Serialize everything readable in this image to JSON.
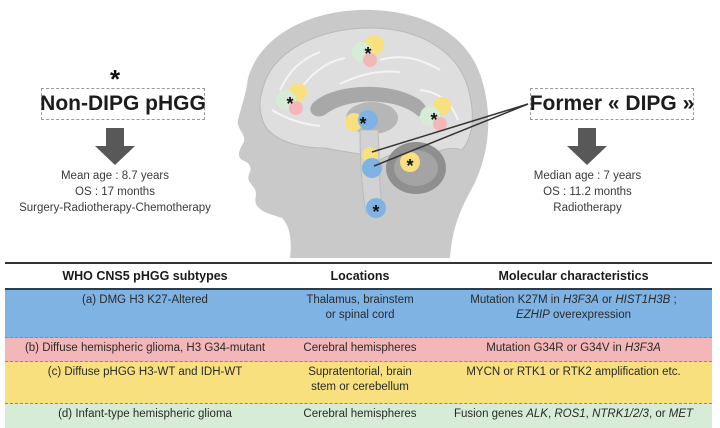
{
  "left_panel": {
    "marker": "*",
    "title": "Non-DIPG pHGG",
    "lines": [
      "Mean age : 8.7 years",
      "OS : 17 months",
      "Surgery-Radiotherapy-Chemotherapy"
    ]
  },
  "right_panel": {
    "title": "Former « DIPG »",
    "lines": [
      "Median age : 7 years",
      "OS : 11.2 months",
      "Radiotherapy"
    ]
  },
  "illustration": {
    "description": "Sagittal head silhouette with brain showing tumor locations",
    "tumor_marker": "*",
    "colors": {
      "a_blue": "#7fb3e3",
      "b_pink": "#f4b7b9",
      "c_yellow": "#f9e07f",
      "d_green": "#d7ecd7",
      "head": "#c8c8c8",
      "brain": "#dcdcdc"
    }
  },
  "table": {
    "headers": [
      "WHO CNS5 pHGG subtypes",
      "Locations",
      "Molecular characteristics"
    ],
    "rows": [
      {
        "subtype": "(a) DMG H3 K27-Altered",
        "locations": [
          "Thalamus, brainstem",
          "or spinal cord"
        ],
        "molecular": [
          [
            {
              "t": "Mutation K27M in "
            },
            {
              "t": "H3F3A",
              "i": true
            },
            {
              "t": " or "
            },
            {
              "t": "HIST1H3B",
              "i": true
            },
            {
              "t": " ;"
            }
          ],
          [
            {
              "t": "EZHIP",
              "i": true
            },
            {
              "t": " overexpression"
            }
          ]
        ],
        "color": "#7fb3e3"
      },
      {
        "subtype": "(b) Diffuse hemispheric glioma, H3 G34-mutant",
        "locations": [
          "Cerebral hemispheres"
        ],
        "molecular": [
          [
            {
              "t": "Mutation G34R or G34V in "
            },
            {
              "t": "H3F3A",
              "i": true
            }
          ]
        ],
        "color": "#f4b7b9"
      },
      {
        "subtype": "(c) Diffuse pHGG H3-WT and IDH-WT",
        "locations": [
          "Supratentorial, brain",
          "stem or cerebellum"
        ],
        "molecular": [
          [
            {
              "t": "MYCN or RTK1 or RTK2 amplification etc."
            }
          ]
        ],
        "color": "#f9e07f"
      },
      {
        "subtype": "(d) Infant-type hemispheric glioma",
        "locations": [
          "Cerebral hemispheres"
        ],
        "molecular": [
          [
            {
              "t": "Fusion genes "
            },
            {
              "t": "ALK",
              "i": true
            },
            {
              "t": ", "
            },
            {
              "t": "ROS1",
              "i": true
            },
            {
              "t": ", "
            },
            {
              "t": "NTRK1/2/3",
              "i": true
            },
            {
              "t": ", or "
            },
            {
              "t": "MET",
              "i": true
            }
          ]
        ],
        "color": "#d7ecd7"
      }
    ]
  }
}
